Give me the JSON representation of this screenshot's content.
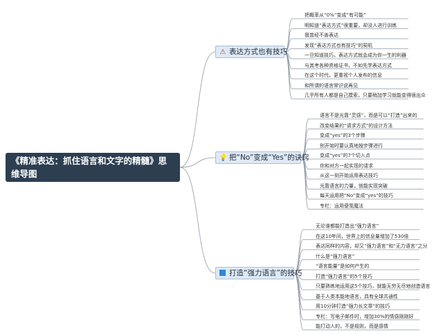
{
  "root": {
    "title": "《精准表达：抓住语言和文字的精髓》思维导图"
  },
  "branches": [
    {
      "label": "表达方式也有技巧",
      "icon": "warning-icon",
      "items": [
        "把概率从“0%”变成“有可能”",
        "明知道“表达方式”很重要，却没人进行训练",
        "我曾经不善表达",
        "发现“表达方式也有技巧”的契机",
        "一旦知道技巧，表达方式就会成为你一生的利器",
        "与其考各种资格证书，不如先学表达方式",
        "在这个时代，更重视个人发布的信息",
        "和所谓的语言常识说再见",
        "几乎所有人都是自己摸索，只要稍加学习就能变得很出众"
      ]
    },
    {
      "label": "把“No”变成“Yes”的诀窍",
      "icon": "lightbulb-icon",
      "items": [
        "语言不是光靠“灵感”，而是可以“打造”出来的",
        "改变结果的“请求方式”的设计方法",
        "变成“yes”的3个步骤",
        "别开始时要认真地按步骤进行",
        "变成“yes”的7个切入点",
        "你和对方一起实现的请求",
        "从这一刻开始运用表达技巧",
        "光靠语言的力量，就能实现突破",
        "每天运用把“No”变成“yes”的技巧",
        "专栏：运用便笺魔法"
      ]
    },
    {
      "label": "打造“强力语言”的技巧",
      "icon": "blue-square-icon",
      "items": [
        "无论谁都能打造出“强力语言”",
        "在这10年间，世界上的信息量增加了530倍",
        "表达同样的内容，却又“强力语言”和“无力语言”之分",
        "什么是“强力语言”",
        "“语言能量”是如何产生的",
        "打造“强力语言”的5个技巧",
        "只要熟练地运用这5个技巧，就能无穷无尽地创造语言",
        "基于人类本能地语言，具有全球共通性",
        "用10分钟打造“强力长文章”的技巧",
        "专栏：写电子邮件时，增加30%的情感刚刚好",
        "能打动人的，不是规则，而是感情"
      ]
    }
  ],
  "colors": {
    "root_bg": "#2c3e50",
    "branch_bg": "#dfe9f5",
    "line": "#8f9aa6"
  }
}
